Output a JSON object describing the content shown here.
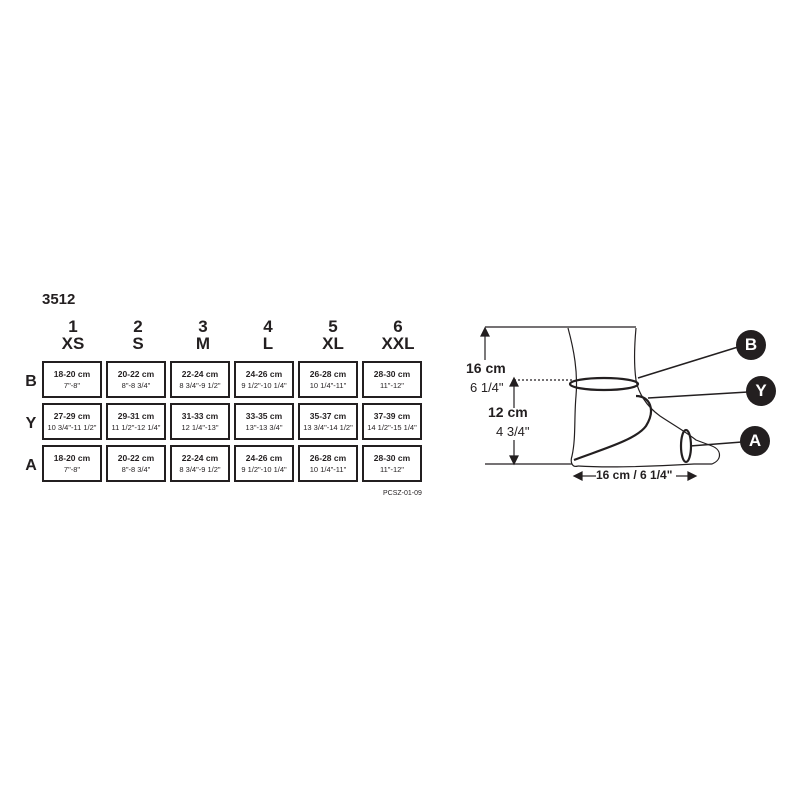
{
  "product_code": "3512",
  "chart_code": "PCSZ-01-09",
  "sizes": [
    {
      "number": "1",
      "label": "XS"
    },
    {
      "number": "2",
      "label": "S"
    },
    {
      "number": "3",
      "label": "M"
    },
    {
      "number": "4",
      "label": "L"
    },
    {
      "number": "5",
      "label": "XL"
    },
    {
      "number": "6",
      "label": "XXL"
    }
  ],
  "rows": [
    {
      "label": "B",
      "cells": [
        {
          "cm": "18-20 cm",
          "in": "7\"-8\""
        },
        {
          "cm": "20-22 cm",
          "in": "8\"-8 3/4\""
        },
        {
          "cm": "22-24 cm",
          "in": "8 3/4\"-9 1/2\""
        },
        {
          "cm": "24-26 cm",
          "in": "9 1/2\"-10 1/4\""
        },
        {
          "cm": "26-28 cm",
          "in": "10 1/4\"-11\""
        },
        {
          "cm": "28-30 cm",
          "in": "11\"-12\""
        }
      ]
    },
    {
      "label": "Y",
      "cells": [
        {
          "cm": "27-29 cm",
          "in": "10 3/4\"-11 1/2\""
        },
        {
          "cm": "29-31 cm",
          "in": "11 1/2\"-12 1/4\""
        },
        {
          "cm": "31-33 cm",
          "in": "12 1/4\"-13\""
        },
        {
          "cm": "33-35 cm",
          "in": "13\"-13 3/4\""
        },
        {
          "cm": "35-37 cm",
          "in": "13 3/4\"-14 1/2\""
        },
        {
          "cm": "37-39 cm",
          "in": "14 1/2\"-15 1/4\""
        }
      ]
    },
    {
      "label": "A",
      "cells": [
        {
          "cm": "18-20 cm",
          "in": "7\"-8\""
        },
        {
          "cm": "20-22 cm",
          "in": "8\"-8 3/4\""
        },
        {
          "cm": "22-24 cm",
          "in": "8 3/4\"-9 1/2\""
        },
        {
          "cm": "24-26 cm",
          "in": "9 1/2\"-10 1/4\""
        },
        {
          "cm": "26-28 cm",
          "in": "10 1/4\"-11\""
        },
        {
          "cm": "28-30 cm",
          "in": "11\"-12\""
        }
      ]
    }
  ],
  "diagram": {
    "height_upper_cm": "16 cm",
    "height_upper_in": "6 1/4\"",
    "height_lower_cm": "12 cm",
    "height_lower_in": "4 3/4\"",
    "foot_length": "16 cm / 6 1/4\"",
    "callouts": [
      "B",
      "Y",
      "A"
    ]
  },
  "colors": {
    "ink": "#231f20",
    "background": "#ffffff"
  }
}
